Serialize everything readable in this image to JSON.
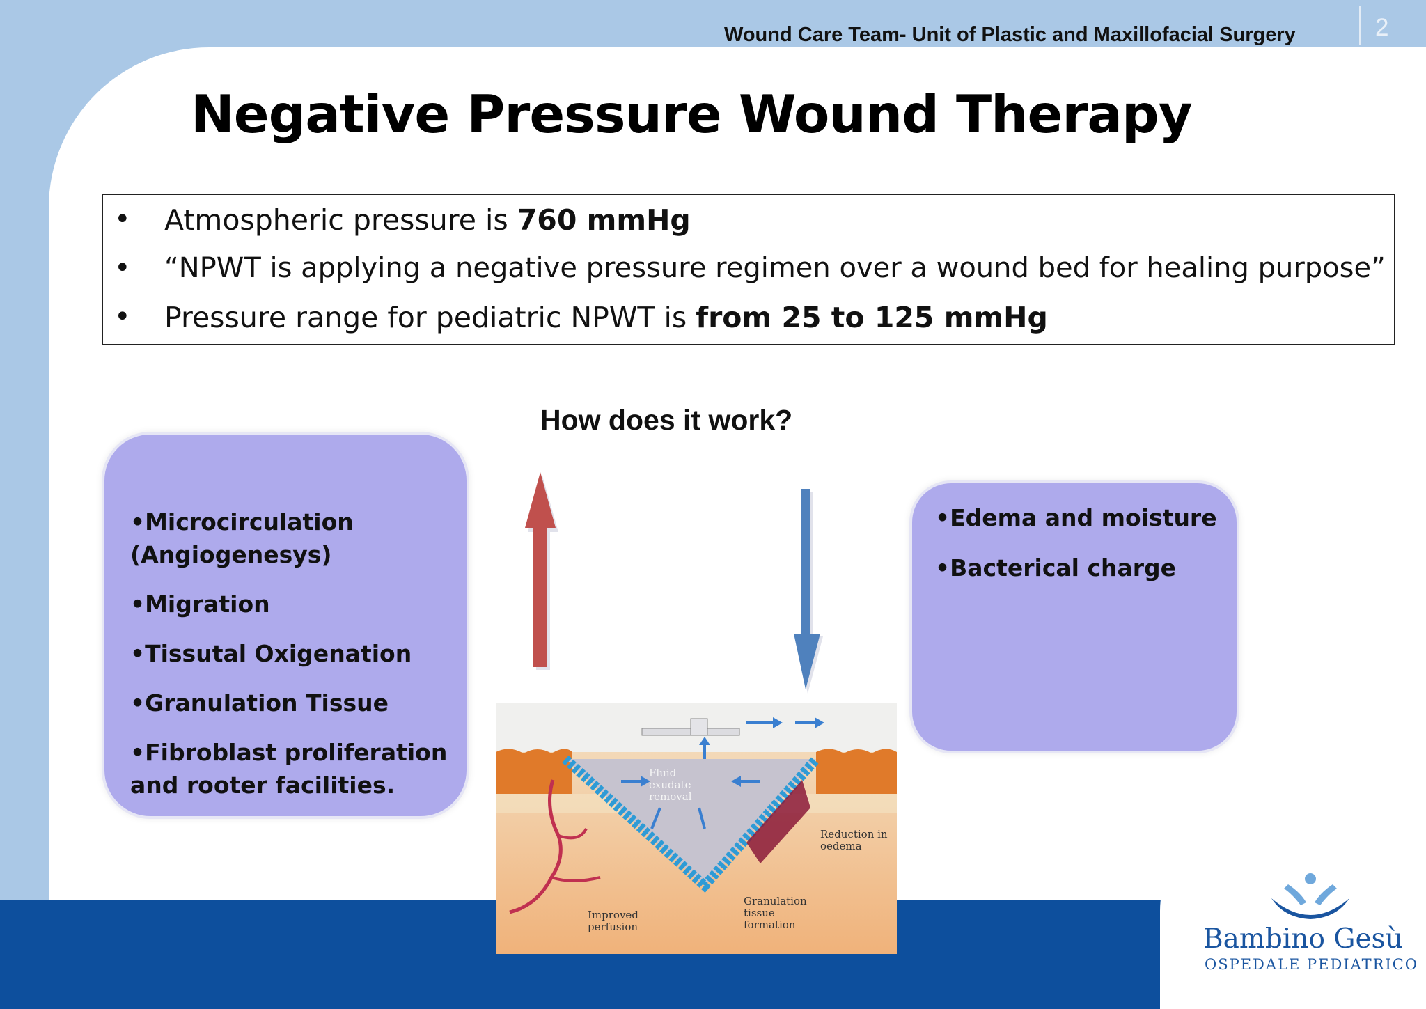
{
  "header": {
    "text": "Wound Care Team- Unit of Plastic and Maxillofacial Surgery",
    "page_number": "2"
  },
  "title": "Negative Pressure Wound Therapy",
  "bullets": [
    {
      "plain": "Atmospheric pressure is ",
      "bold": "760 mmHg"
    },
    {
      "plain": "“NPWT is applying a negative pressure regimen over a wound bed for  healing purpose”",
      "bold": ""
    },
    {
      "plain": "Pressure range for pediatric NPWT is ",
      "bold": "from 25 to 125 mmHg"
    }
  ],
  "bullet_symbol": "•",
  "how_heading": "How does it work?",
  "increase_box": {
    "items": [
      "•Microcirculation",
      "(Angiogenesys)",
      "•Migration",
      "•Tissutal Oxigenation",
      "•Granulation Tissue",
      "•Fibroblast proliferation",
      "and  rooter facilities."
    ]
  },
  "decrease_box": {
    "items": [
      "•Edema and moisture",
      "•Bacterical  charge"
    ]
  },
  "diagram": {
    "labels": {
      "fluid": "Fluid exudate removal",
      "reduction": "Reduction in oedema",
      "granulation": "Granulation tissue formation",
      "perfusion": "Improved perfusion"
    }
  },
  "logo": {
    "name": "Bambino Gesù",
    "subtitle": "OSPEDALE PEDIATRICO"
  },
  "colors": {
    "background": "#aac8e6",
    "band": "#0d4f9d",
    "box_purple": "#aeaaec",
    "arrow_up": "#c0504d",
    "arrow_down": "#4f81bd",
    "logo_blue": "#1a55a0"
  }
}
